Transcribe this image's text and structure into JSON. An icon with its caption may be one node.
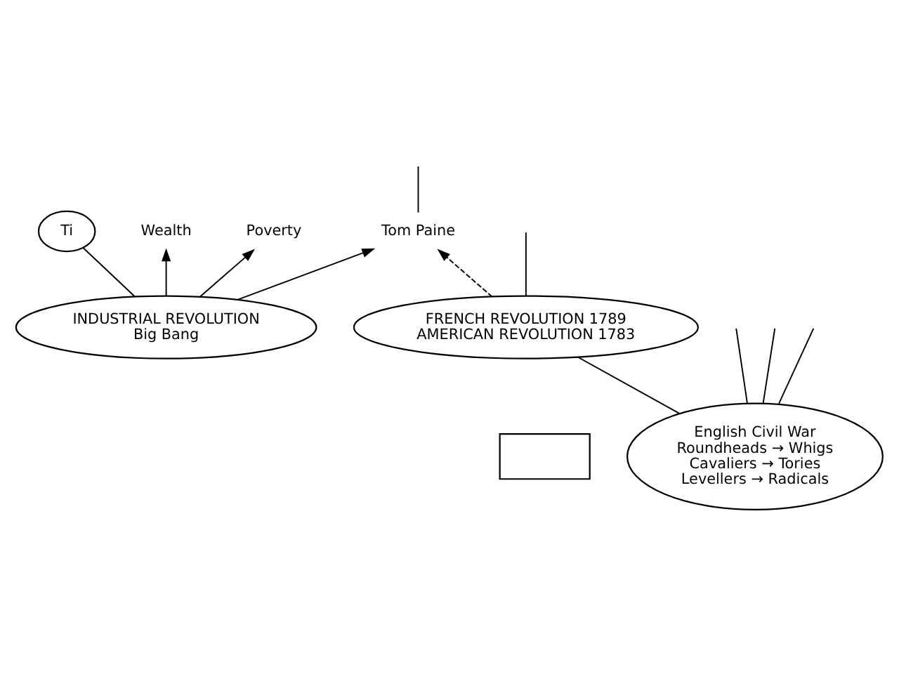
{
  "diagram": {
    "nodes": [
      {
        "text": [],
        "shape": "box"
      },
      {
        "text": [
          "Ti"
        ]
      },
      {
        "text": [
          "Tom Paine"
        ]
      },
      {
        "text": [
          "FRENCH REVOLUTION 1789",
          "AMERICAN REVOLUTION 1783"
        ]
      },
      {
        "text": [
          "Wealth"
        ]
      },
      {
        "text": [
          "INDUSTRIAL REVOLUTION",
          "Big Bang"
        ]
      },
      {
        "text": [
          "Poverty"
        ]
      },
      {
        "text": [
          "English Civil War",
          "Roundheads → Whigs",
          "Cavaliers → Tories",
          "Levellers → Radicals"
        ]
      }
    ],
    "edges": [
      {
        "from": 3,
        "to": null,
        "arrow": "none"
      },
      {
        "from": 2,
        "to": null,
        "arrow": "none"
      },
      {
        "from": 3,
        "to": 2,
        "arrow": "to",
        "style": "dashed"
      },
      {
        "from": 5,
        "to": 2,
        "arrow": "to"
      },
      {
        "from": 5,
        "to": 4,
        "arrow": "to"
      },
      {
        "from": 5,
        "to": 6,
        "arrow": "to"
      },
      {
        "from": 5,
        "to": 1,
        "arrow": "none"
      },
      {
        "from": 7,
        "to": 3,
        "arrow": "none"
      },
      {
        "from": 7,
        "to": null,
        "arrow": "none"
      },
      {
        "from": 7,
        "to": null,
        "arrow": "none"
      },
      {
        "from": 7,
        "to": null,
        "arrow": "none"
      }
    ]
  }
}
